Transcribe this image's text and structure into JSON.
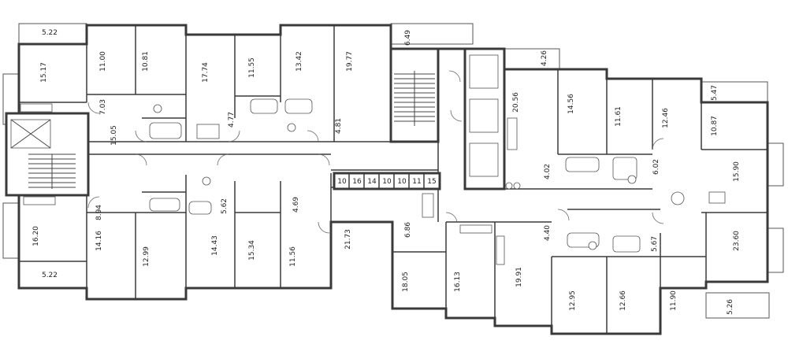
{
  "rooms": [
    {
      "id": "r1",
      "area": "5.22"
    },
    {
      "id": "r2",
      "area": "15.17"
    },
    {
      "id": "r3",
      "area": "11.00"
    },
    {
      "id": "r4",
      "area": "10.81"
    },
    {
      "id": "r5",
      "area": "7.03"
    },
    {
      "id": "r6",
      "area": "17.74"
    },
    {
      "id": "r7",
      "area": "11.55"
    },
    {
      "id": "r8",
      "area": "4.77"
    },
    {
      "id": "r9",
      "area": "13.42"
    },
    {
      "id": "r10",
      "area": "19.77"
    },
    {
      "id": "r11",
      "area": "4.81"
    },
    {
      "id": "r12",
      "area": "6.49"
    },
    {
      "id": "r13",
      "area": "15.05"
    },
    {
      "id": "r14",
      "area": "20.56"
    },
    {
      "id": "r15",
      "area": "4.26"
    },
    {
      "id": "r16",
      "area": "14.56"
    },
    {
      "id": "r17",
      "area": "4.02"
    },
    {
      "id": "r18",
      "area": "11.61"
    },
    {
      "id": "r19",
      "area": "12.46"
    },
    {
      "id": "r20",
      "area": "5.47"
    },
    {
      "id": "r21",
      "area": "10.87"
    },
    {
      "id": "r22",
      "area": "6.02"
    },
    {
      "id": "r23",
      "area": "15.90"
    },
    {
      "id": "r24",
      "area": "8.94"
    },
    {
      "id": "r25",
      "area": "16.20"
    },
    {
      "id": "r26",
      "area": "14.16"
    },
    {
      "id": "r27",
      "area": "12.99"
    },
    {
      "id": "r28",
      "area": "5.22"
    },
    {
      "id": "r29",
      "area": "5.62"
    },
    {
      "id": "r30",
      "area": "14.43"
    },
    {
      "id": "r31",
      "area": "15.34"
    },
    {
      "id": "r32",
      "area": "4.69"
    },
    {
      "id": "r33",
      "area": "11.56"
    },
    {
      "id": "r34",
      "area": "21.73"
    },
    {
      "id": "r35",
      "area": "6.86"
    },
    {
      "id": "r36",
      "area": "18.05"
    },
    {
      "id": "r37",
      "area": "16.13"
    },
    {
      "id": "r38",
      "area": "19.91"
    },
    {
      "id": "r39",
      "area": "4.40"
    },
    {
      "id": "r40",
      "area": "12.95"
    },
    {
      "id": "r41",
      "area": "12.66"
    },
    {
      "id": "r42",
      "area": "5.67"
    },
    {
      "id": "r43",
      "area": "11.90"
    },
    {
      "id": "r44",
      "area": "23.60"
    },
    {
      "id": "r45",
      "area": "5.26"
    }
  ],
  "storage": [
    "10",
    "16",
    "14",
    "10",
    "10",
    "11",
    "15"
  ]
}
